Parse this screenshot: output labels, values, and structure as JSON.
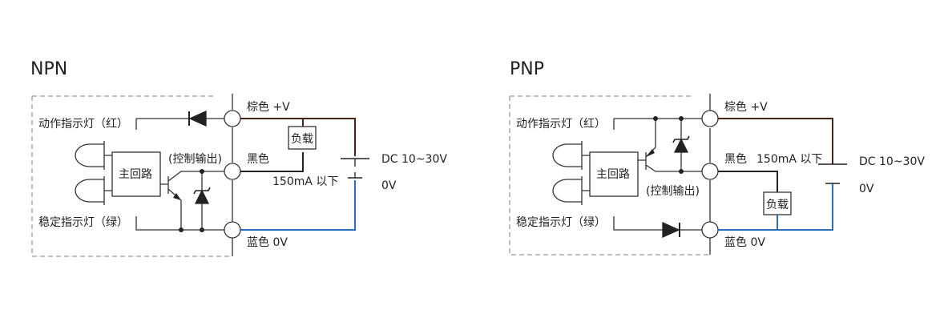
{
  "diagrams": [
    {
      "title": "NPN",
      "labels": {
        "action_led": "动作指示灯（红）",
        "stable_led": "稳定指示灯（绿）",
        "main_circuit": "主回路",
        "control_output": "(控制输出)",
        "brown": "棕色 +V",
        "black": "黑色",
        "blue": "蓝色 0V",
        "load": "负载",
        "current": "150mA 以下",
        "dc": "DC 10~30V",
        "zero_v": "0V"
      }
    },
    {
      "title": "PNP",
      "labels": {
        "action_led": "动作指示灯（红）",
        "stable_led": "稳定指示灯（绿）",
        "main_circuit": "主回路",
        "control_output": "(控制输出)",
        "brown": "棕色 +V",
        "black": "黑色",
        "blue": "蓝色 0V",
        "load": "负载",
        "current": "150mA 以下",
        "dc": "DC 10~30V",
        "zero_v": "0V"
      }
    }
  ],
  "colors": {
    "brown_wire": "#4a2418",
    "black_wire": "#222222",
    "blue_wire": "#2a6fb8",
    "circuit": "#333333",
    "frame": "#9a9a9a"
  }
}
